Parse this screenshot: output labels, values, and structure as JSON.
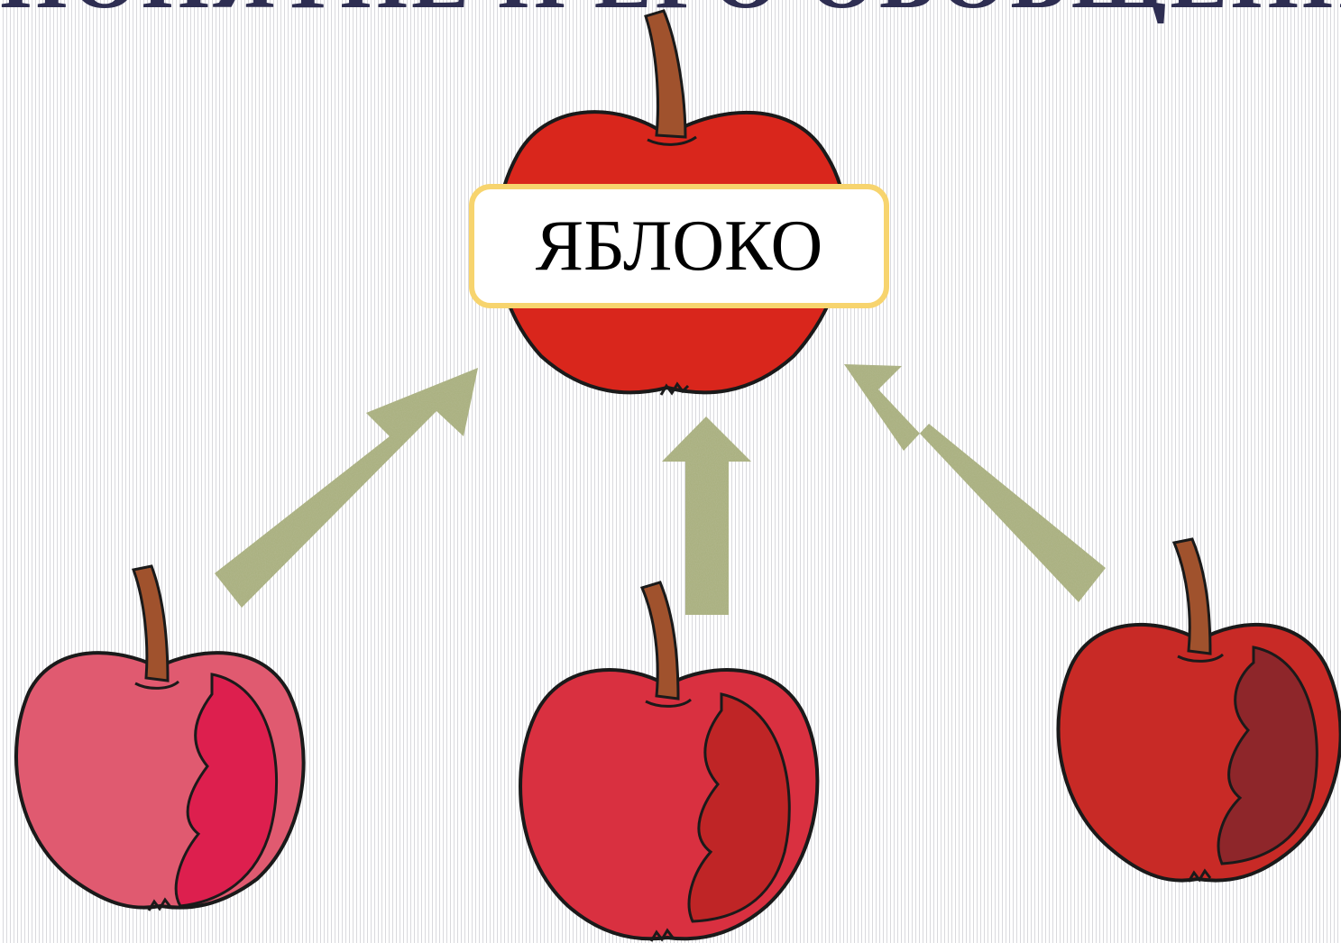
{
  "header": {
    "title": "ПОНЯТИЕ И ЕГО ОБОБЩЕНИЕ"
  },
  "diagram": {
    "concept_label": "ЯБЛОКО",
    "nodes": [
      {
        "id": "apple-top",
        "icon": "apple-icon",
        "color": "#d9261c"
      },
      {
        "id": "apple-left",
        "icon": "apple-cut-icon",
        "color": "#e05a70",
        "flesh_color": "#dd1f4e"
      },
      {
        "id": "apple-center",
        "icon": "apple-cut-icon",
        "color": "#d93040",
        "flesh_color": "#bf2526"
      },
      {
        "id": "apple-right",
        "icon": "apple-cut-icon",
        "color": "#c82a26",
        "flesh_color": "#8e262a"
      }
    ],
    "arrows": [
      {
        "from": "apple-left",
        "to": "apple-top"
      },
      {
        "from": "apple-center",
        "to": "apple-top"
      },
      {
        "from": "apple-right",
        "to": "apple-top"
      }
    ],
    "colors": {
      "arrow": "#a7ae7c",
      "label_border": "#f7d46e",
      "stem": "#a0522d",
      "outline": "#1a1a1a"
    }
  }
}
